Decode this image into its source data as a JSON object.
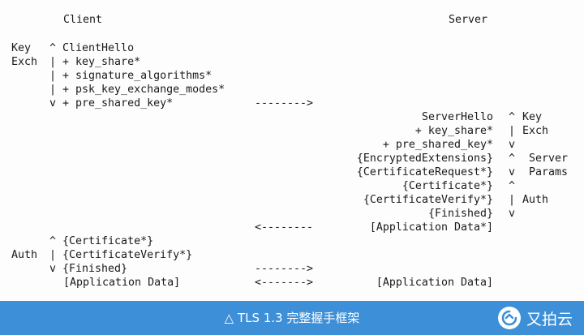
{
  "header": {
    "client": "Client",
    "server": "Server"
  },
  "client_key_exchange": {
    "label_line1": "Key",
    "label_line2": "Exch",
    "lines": [
      "^ ClientHello",
      "| + key_share*",
      "| + signature_algorithms*",
      "| + psk_key_exchange_modes*",
      "v + pre_shared_key*"
    ],
    "arrow": "-------->"
  },
  "server_messages": {
    "lines": [
      "ServerHello",
      "+ key_share*",
      "+ pre_shared_key*",
      "{EncryptedExtensions}",
      "{CertificateRequest*}",
      "{Certificate*}",
      "{CertificateVerify*}",
      "{Finished}",
      "[Application Data*]"
    ],
    "markers": [
      "^",
      "|",
      "v",
      "^",
      "v",
      "^",
      "|",
      "v"
    ],
    "labels": [
      "Key",
      "Exch",
      "",
      "Server",
      "Params",
      "",
      "Auth",
      ""
    ],
    "return_arrow": "<--------"
  },
  "client_auth": {
    "label": "Auth",
    "lines": [
      "^ {Certificate*}",
      "| {CertificateVerify*}",
      "v {Finished}"
    ],
    "arrow": "-------->"
  },
  "application_data": {
    "client": "[Application Data]",
    "arrow": "<------->",
    "server": "[Application Data]"
  },
  "caption": {
    "text": "△ TLS 1.3 完整握手框架",
    "brand": "又拍云",
    "bar_color": "#3d8fd8"
  }
}
